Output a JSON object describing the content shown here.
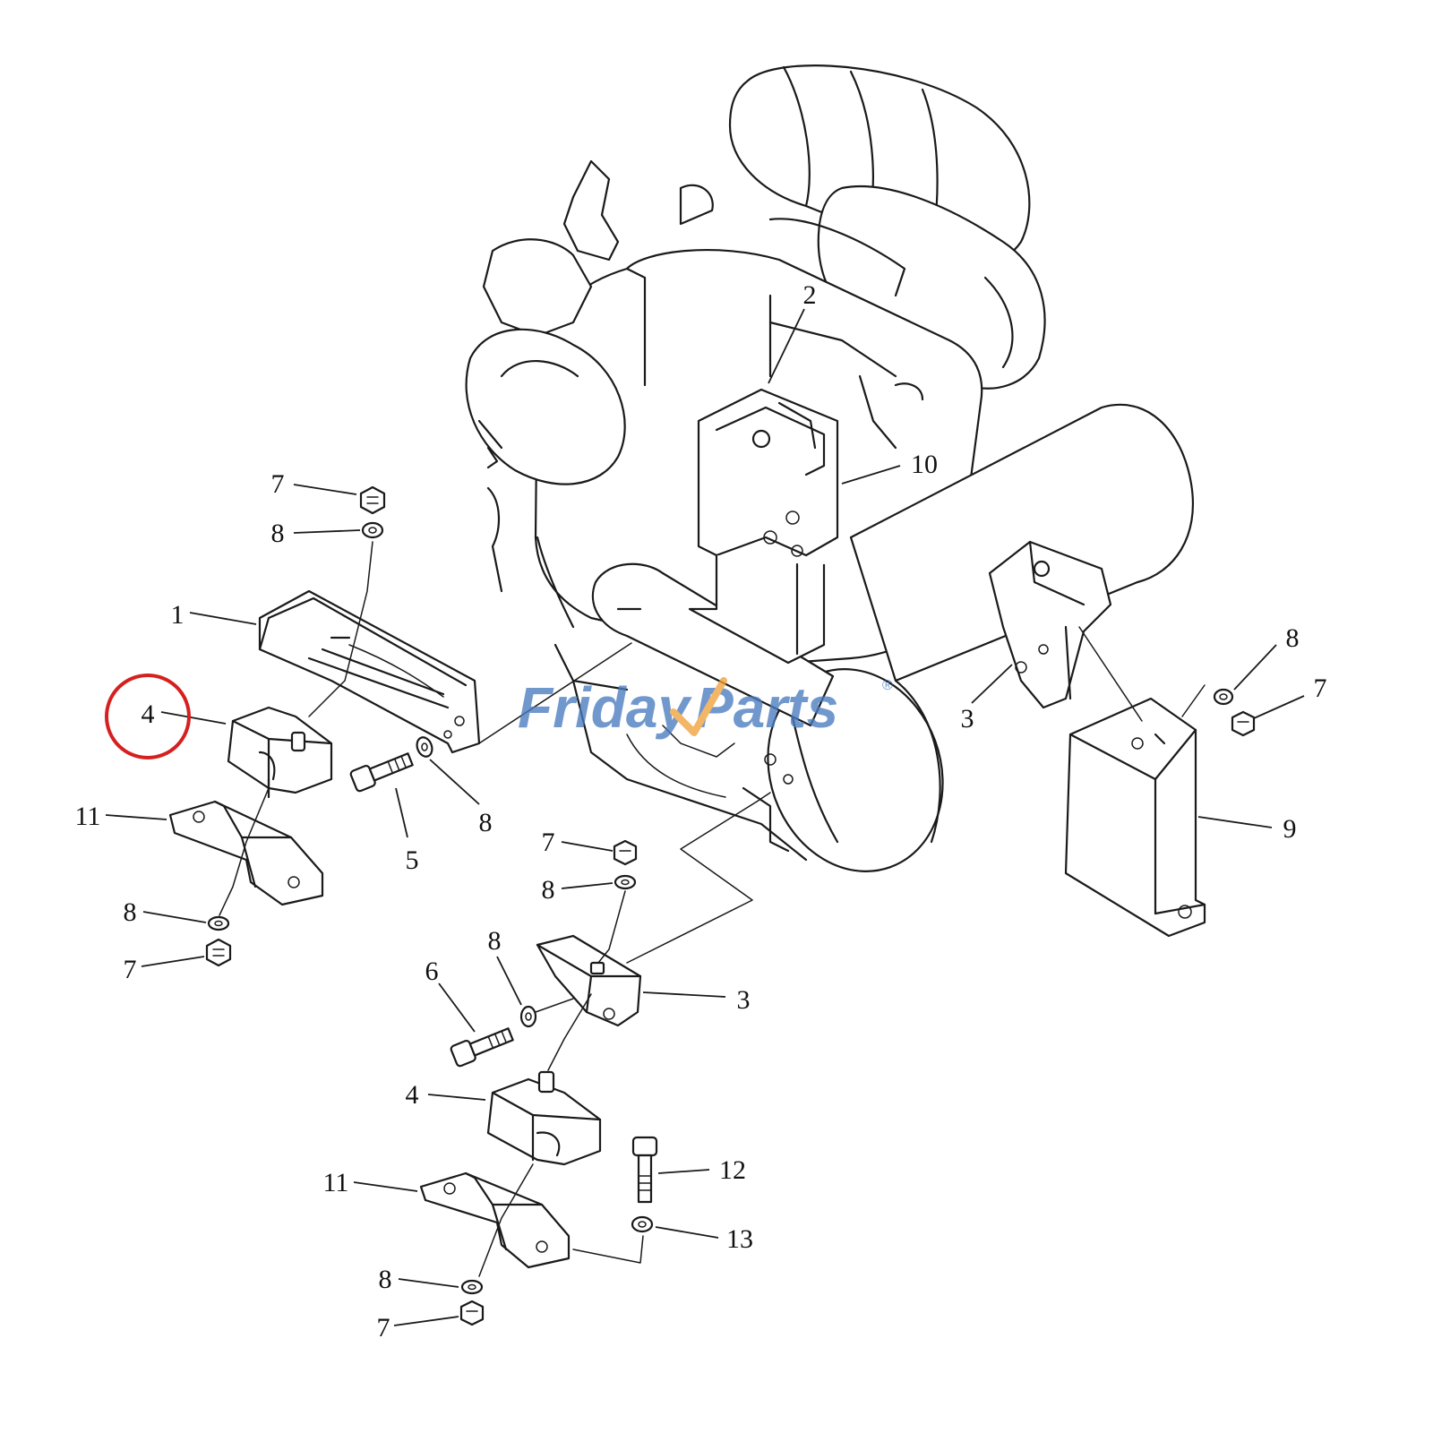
{
  "watermark": {
    "part1": "Friday",
    "part2": "Parts",
    "mark": "®",
    "color": "#4a7cc0",
    "accent": "#f0a23c"
  },
  "highlight": {
    "label": "4",
    "ring_color": "#d62020"
  },
  "callouts": {
    "c1": "1",
    "c2": "2",
    "c3a": "3",
    "c3b": "3",
    "c4a": "4",
    "c4b": "4",
    "c5": "5",
    "c6": "6",
    "c7a": "7",
    "c7b": "7",
    "c7c": "7",
    "c7d": "7",
    "c7e": "7",
    "c8a": "8",
    "c8b": "8",
    "c8c": "8",
    "c8d": "8",
    "c8e": "8",
    "c8f": "8",
    "c8g": "8",
    "c9": "9",
    "c10": "10",
    "c11a": "11",
    "c11b": "11",
    "c12": "12",
    "c13": "13"
  },
  "icons": [
    "engine-assembly",
    "bracket",
    "mount-cushion",
    "nut",
    "washer",
    "bolt",
    "support-stand"
  ]
}
